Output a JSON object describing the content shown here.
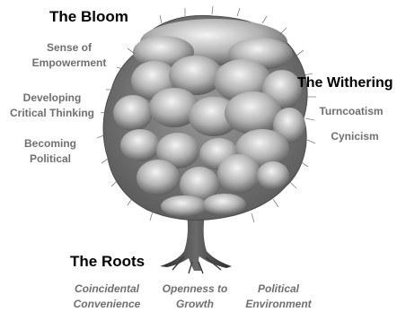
{
  "headings": {
    "bloom": "The Bloom",
    "withering": "The Withering",
    "roots": "The Roots"
  },
  "bloom_items": [
    {
      "line1": "Sense of",
      "line2": "Empowerment"
    },
    {
      "line1": "Developing",
      "line2": "Critical Thinking"
    },
    {
      "line1": "Becoming",
      "line2": "Political"
    }
  ],
  "withering_items": [
    "Turncoatism",
    "Cynicism"
  ],
  "root_items": [
    {
      "line1": "Coincidental",
      "line2": "Convenience"
    },
    {
      "line1": "Openness to",
      "line2": "Growth"
    },
    {
      "line1": "Political",
      "line2": "Environment"
    }
  ],
  "colors": {
    "heading": "#000000",
    "label": "#6f6f6f",
    "foliage": "#8c8c8c",
    "trunk": "#3a3a3a"
  }
}
